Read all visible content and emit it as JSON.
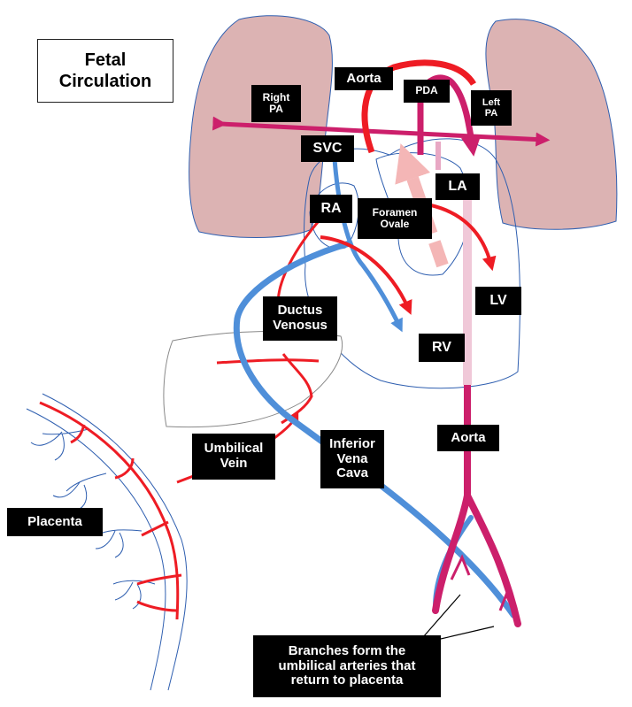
{
  "title": "Fetal\nCirculation",
  "labels": {
    "aorta_top": "Aorta",
    "pda": "PDA",
    "right_pa": "Right\nPA",
    "left_pa": "Left\nPA",
    "svc": "SVC",
    "la": "LA",
    "ra": "RA",
    "foramen_ovale": "Foramen\nOvale",
    "lv": "LV",
    "ductus_venosus": "Ductus\nVenosus",
    "rv": "RV",
    "umbilical_vein": "Umbilical\nVein",
    "ivc": "Inferior\nVena\nCava",
    "aorta_bottom": "Aorta",
    "placenta": "Placenta",
    "umbilical_arteries": "Branches form the\numbilical arteries that\nreturn to placenta"
  },
  "colors": {
    "oxygenated": "#ee1c24",
    "deoxygenated": "#4f8fd9",
    "mixed": "#cc1f6b",
    "foramen_arrow": "#f4b6b6",
    "lung": "#dcb3b3",
    "outline": "#2f5fb0"
  }
}
